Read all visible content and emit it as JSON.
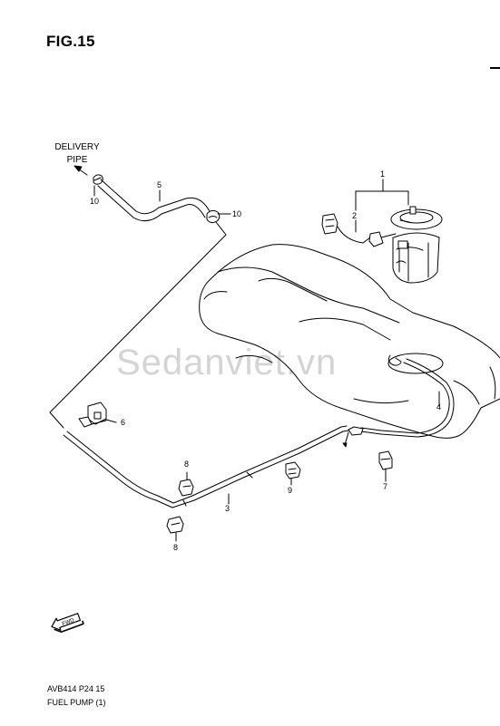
{
  "figure": {
    "title": "FIG.15"
  },
  "delivery_pipe": {
    "line1": "DELIVERY",
    "line2": "PIPE"
  },
  "callouts": {
    "p1": "1",
    "p2": "2",
    "p3": "3",
    "p4": "4",
    "p5": "5",
    "p6": "6",
    "p7": "7",
    "p8a": "8",
    "p8b": "8",
    "p9": "9",
    "p10a": "10",
    "p10b": "10"
  },
  "watermark": "Sedanviet.vn",
  "footer": {
    "code": "AVB414 P24 15",
    "name": "FUEL PUMP (1)"
  },
  "icons": {
    "forward": "fwd-arrow-icon"
  }
}
